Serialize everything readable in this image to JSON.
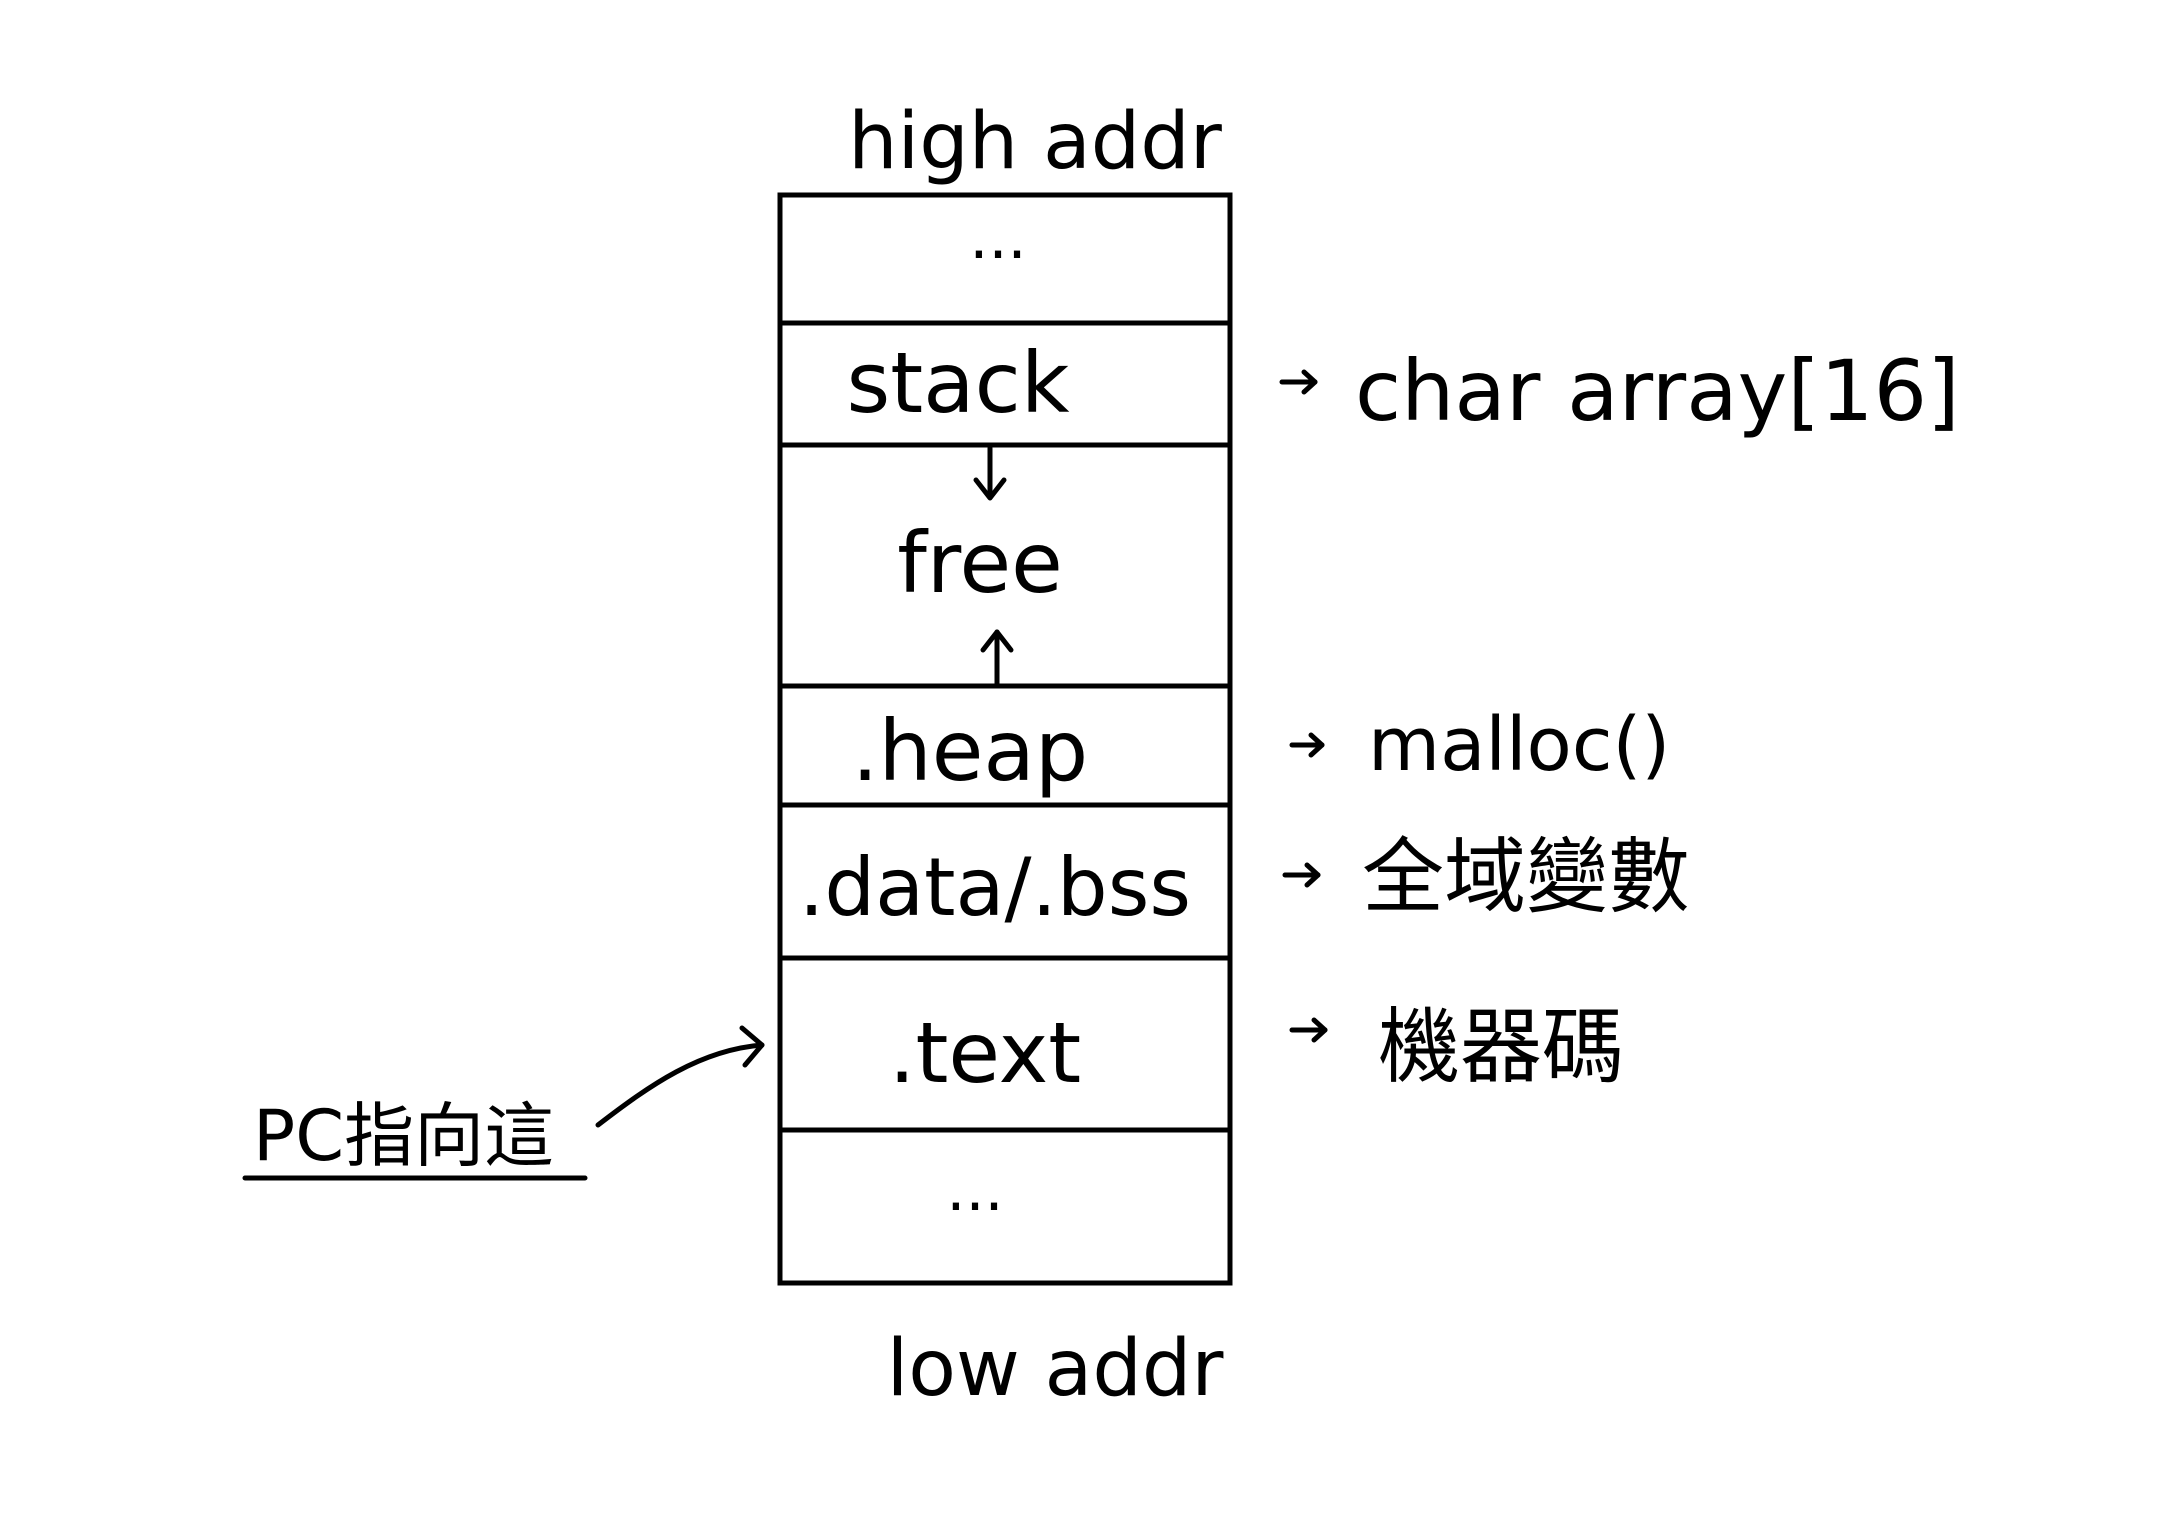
{
  "diagram": {
    "top_label": "high addr",
    "bottom_label": "low addr",
    "segments": [
      {
        "label": "..."
      },
      {
        "label": "stack"
      },
      {
        "label": "free"
      },
      {
        "label": ".heap"
      },
      {
        "label": ".data/.bss"
      },
      {
        "label": ".text"
      },
      {
        "label": "..."
      }
    ],
    "annotations": {
      "stack": "char array[16]",
      "heap": "malloc()",
      "data_bss": "全域變數",
      "text": "機器碼"
    },
    "pointer_label": "PC指向這",
    "colors": {
      "ink": "#000000",
      "background": "#ffffff"
    }
  }
}
